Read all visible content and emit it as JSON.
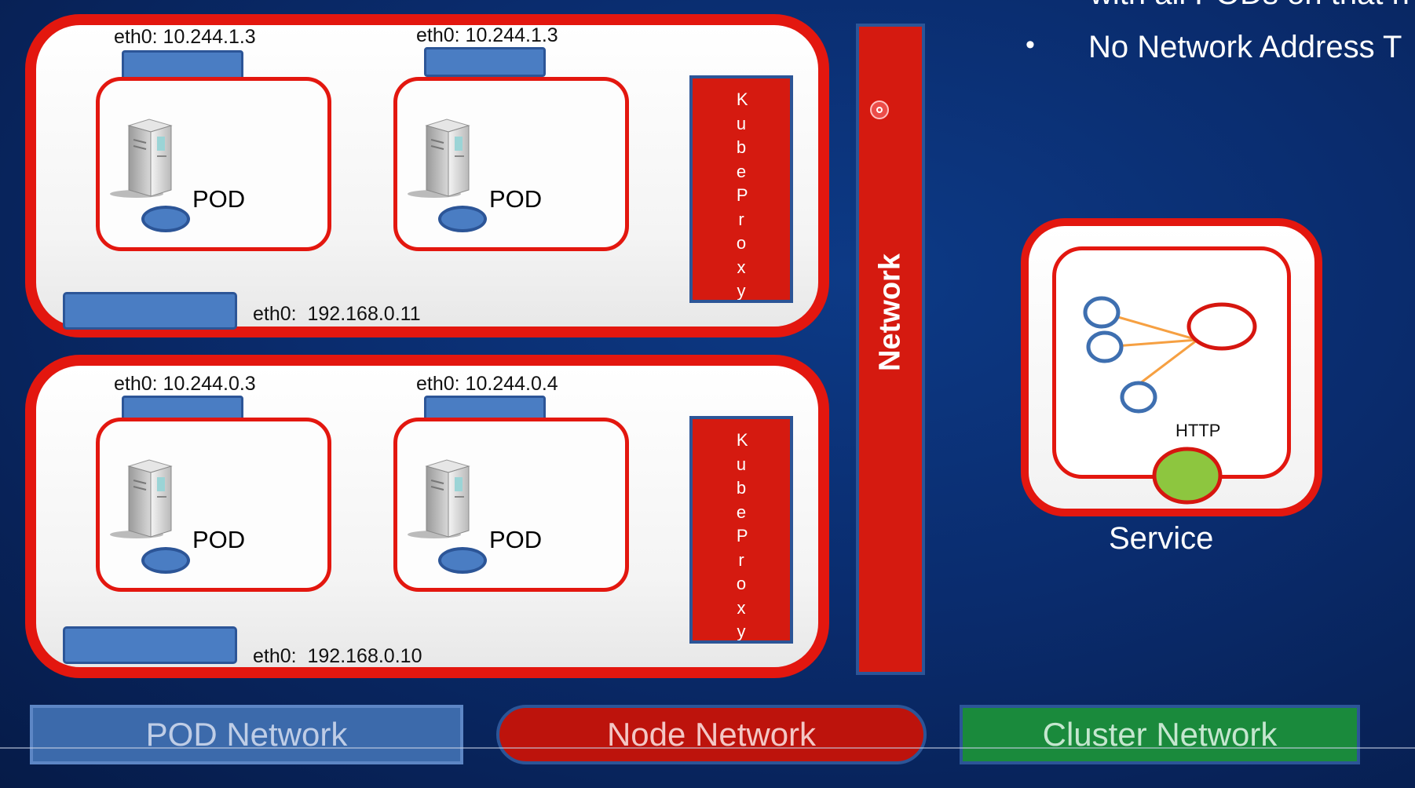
{
  "header_cut_text": "with all PODs on that n",
  "bullet": {
    "symbol": "•",
    "text": "No Network Address T"
  },
  "nodes": [
    {
      "eth": "eth0:  192.168.0.11",
      "pods": [
        {
          "eth": "eth0: 10.244.1.3",
          "label": "POD"
        },
        {
          "eth": "eth0: 10.244.1.3",
          "label": "POD"
        }
      ],
      "proxy": "KubeProxy"
    },
    {
      "eth": "eth0:  192.168.0.10",
      "pods": [
        {
          "eth": "eth0: 10.244.0.3",
          "label": "POD"
        },
        {
          "eth": "eth0: 10.244.0.4",
          "label": "POD"
        }
      ],
      "proxy": "KubeProxy"
    }
  ],
  "network": {
    "label": "Network"
  },
  "service": {
    "label": "Service",
    "http": "HTTP"
  },
  "legend": {
    "pod": "POD Network",
    "node": "Node Network",
    "cluster": "Cluster Network"
  },
  "colors": {
    "node_red": "#e3170f",
    "pod_blue": "#4a7dc3",
    "http_green": "#8dc63f",
    "cluster_green": "#1a8a3c"
  }
}
